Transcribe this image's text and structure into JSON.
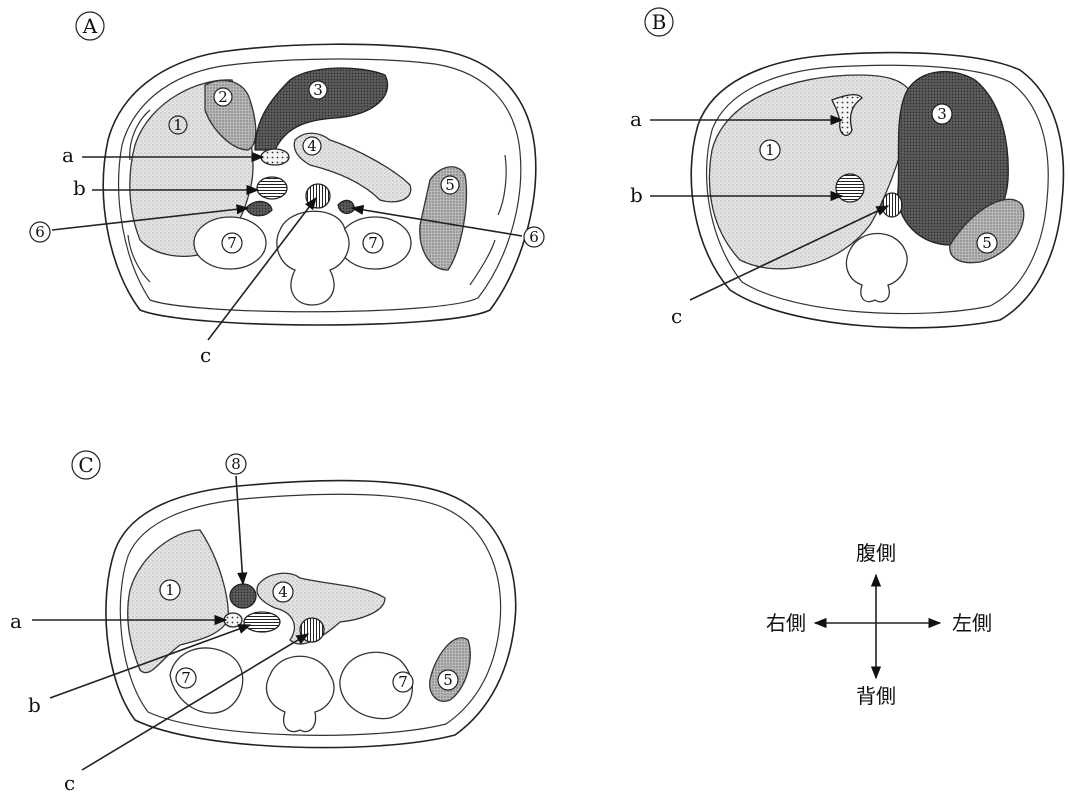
{
  "panels": [
    {
      "letter": "A",
      "labels": [
        "a",
        "b",
        "c"
      ],
      "organ_numbers": [
        "1",
        "2",
        "3",
        "4",
        "5",
        "6",
        "6",
        "7",
        "7"
      ]
    },
    {
      "letter": "B",
      "labels": [
        "a",
        "b",
        "c"
      ],
      "organ_numbers": [
        "1",
        "3",
        "5"
      ]
    },
    {
      "letter": "C",
      "labels": [
        "a",
        "b",
        "c"
      ],
      "organ_numbers": [
        "8",
        "1",
        "4",
        "7",
        "7",
        "5"
      ]
    }
  ],
  "compass": {
    "ventral": "腹側",
    "dorsal": "背側",
    "right": "右側",
    "left": "左側"
  }
}
